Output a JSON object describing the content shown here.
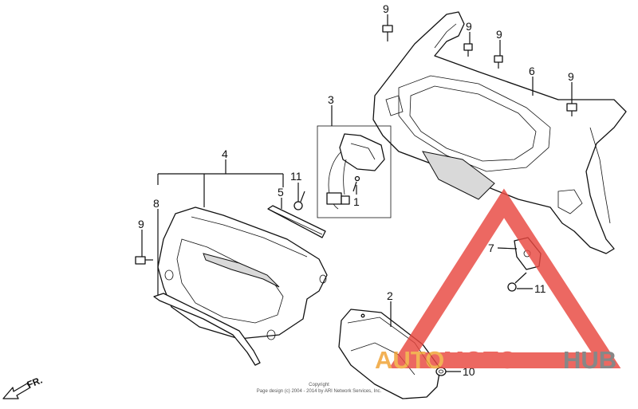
{
  "callouts": {
    "c1": "1",
    "c2": "2",
    "c3": "3",
    "c4": "4",
    "c5": "5",
    "c6": "6",
    "c7": "7",
    "c8": "8",
    "c9a": "9",
    "c9b": "9",
    "c9c": "9",
    "c9d": "9",
    "c9e": "9",
    "c10": "10",
    "c11a": "11",
    "c11b": "11"
  },
  "direction_label": "FR.",
  "copyright": {
    "line1": "Copyright",
    "line2": "Page design (c) 2004 - 2014 by ARI Network Services, Inc."
  },
  "watermark": {
    "part1": "AUTO",
    "part2": "MOTO",
    "part3": "HUB",
    "colors": {
      "red": "#e8473f",
      "orange": "#f0a030",
      "gray": "#6d6d6d"
    }
  }
}
